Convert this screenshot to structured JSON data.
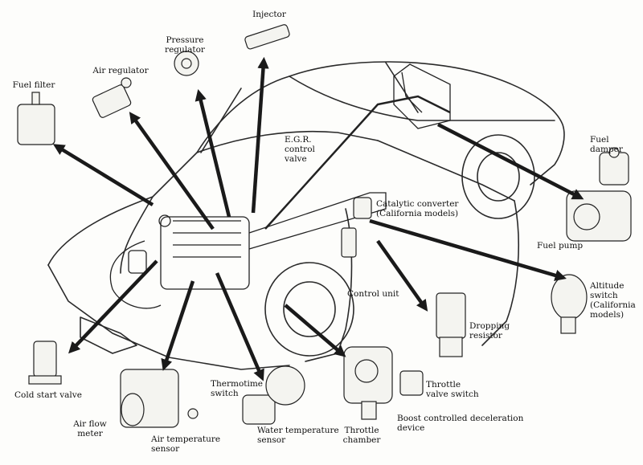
{
  "labels": {
    "injector": "Injector",
    "pressure_regulator": "Pressure regulator",
    "air_regulator": "Air regulator",
    "fuel_filter": "Fuel filter",
    "egr_valve": "E.G.R.\ncontrol\nvalve",
    "catalytic_converter": "Catalytic converter\n(California models)",
    "fuel_damper": "Fuel damper",
    "fuel_pump": "Fuel pump",
    "altitude_switch": "Altitude\nswitch\n(California\nmodels)",
    "control_unit": "Control unit",
    "dropping_resistor": "Dropping\nresistor",
    "throttle_valve_switch": "Throttle\nvalve switch",
    "boost_device": "Boost controlled deceleration device",
    "throttle_chamber": "Throttle\nchamber",
    "thermotime_switch": "Thermotime\nswitch",
    "water_temp_sensor": "Water temperature\nsensor",
    "air_temp_sensor": "Air temperature\nsensor",
    "air_flow_meter": "Air flow\nmeter",
    "cold_start_valve": "Cold start valve"
  },
  "colors": {
    "ink": "#1a1a1a",
    "paper": "#fdfdfb"
  }
}
